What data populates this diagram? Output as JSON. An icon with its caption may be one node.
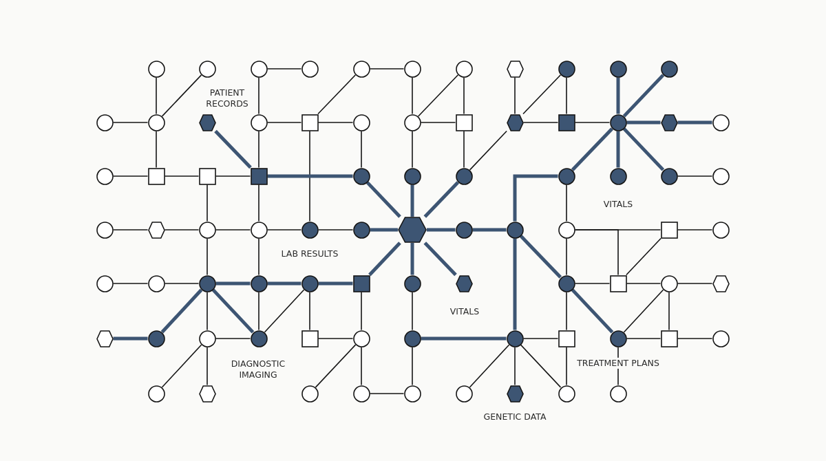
{
  "diagram": {
    "nodes": [
      {
        "text": [],
        "shape": "circle"
      },
      {
        "text": [],
        "shape": "circle"
      },
      {
        "text": [],
        "shape": "circle"
      },
      {
        "text": [],
        "shape": "circle"
      },
      {
        "text": [],
        "shape": "circle"
      },
      {
        "text": [],
        "shape": "circle"
      },
      {
        "text": [],
        "shape": "circle"
      },
      {
        "text": [],
        "shape": "hexagon"
      },
      {
        "text": [],
        "shape": "circle"
      },
      {
        "text": [],
        "shape": "circle"
      },
      {
        "text": [],
        "shape": "circle"
      },
      {
        "text": [],
        "shape": "circle"
      },
      {
        "text": [],
        "shape": "circle"
      },
      {
        "text": [],
        "shape": "hexagon"
      },
      {
        "text": [],
        "shape": "circle"
      },
      {
        "text": [],
        "shape": "box"
      },
      {
        "text": [],
        "shape": "circle"
      },
      {
        "text": [],
        "shape": "circle"
      },
      {
        "text": [],
        "shape": "box"
      },
      {
        "text": [],
        "shape": "hexagon"
      },
      {
        "text": [],
        "shape": "box"
      },
      {
        "text": [],
        "shape": "circle"
      },
      {
        "text": [],
        "shape": "hexagon"
      },
      {
        "text": [],
        "shape": "circle"
      },
      {
        "text": [],
        "shape": "circle"
      },
      {
        "text": [],
        "shape": "box"
      },
      {
        "text": [],
        "shape": "box"
      },
      {
        "text": [],
        "shape": "box"
      },
      {
        "text": [],
        "shape": "circle"
      },
      {
        "text": [],
        "shape": "circle"
      },
      {
        "text": [],
        "shape": "circle"
      },
      {
        "text": [],
        "shape": "circle"
      },
      {
        "text": [],
        "shape": "circle"
      },
      {
        "text": [],
        "shape": "circle"
      },
      {
        "text": [],
        "shape": "circle"
      },
      {
        "text": [],
        "shape": "circle"
      },
      {
        "text": [],
        "shape": "hexagon"
      },
      {
        "text": [],
        "shape": "circle"
      },
      {
        "text": [],
        "shape": "circle"
      },
      {
        "text": [],
        "shape": "circle"
      },
      {
        "text": [],
        "shape": "circle"
      },
      {
        "text": [],
        "shape": "hexagon"
      },
      {
        "text": [],
        "shape": "circle"
      },
      {
        "text": [],
        "shape": "circle"
      },
      {
        "text": [],
        "shape": "circle"
      },
      {
        "text": [],
        "shape": "box"
      },
      {
        "text": [],
        "shape": "circle"
      },
      {
        "text": [],
        "shape": "circle"
      },
      {
        "text": [],
        "shape": "circle"
      },
      {
        "text": [],
        "shape": "circle"
      },
      {
        "text": [],
        "shape": "circle"
      },
      {
        "text": [],
        "shape": "circle"
      },
      {
        "text": [],
        "shape": "box"
      },
      {
        "text": [],
        "shape": "circle"
      },
      {
        "text": [],
        "shape": "hexagon"
      },
      {
        "text": [],
        "shape": "circle"
      },
      {
        "text": [],
        "shape": "box"
      },
      {
        "text": [],
        "shape": "circle"
      },
      {
        "text": [],
        "shape": "hexagon"
      },
      {
        "text": [],
        "shape": "hexagon"
      },
      {
        "text": [],
        "shape": "circle"
      },
      {
        "text": [],
        "shape": "circle"
      },
      {
        "text": [],
        "shape": "circle"
      },
      {
        "text": [],
        "shape": "box"
      },
      {
        "text": [],
        "shape": "circle"
      },
      {
        "text": [],
        "shape": "circle"
      },
      {
        "text": [],
        "shape": "circle"
      },
      {
        "text": [],
        "shape": "box"
      },
      {
        "text": [],
        "shape": "circle"
      },
      {
        "text": [],
        "shape": "box"
      },
      {
        "text": [],
        "shape": "circle"
      },
      {
        "text": [],
        "shape": "circle"
      },
      {
        "text": [],
        "shape": "hexagon"
      },
      {
        "text": [],
        "shape": "circle"
      },
      {
        "text": [],
        "shape": "circle"
      },
      {
        "text": [],
        "shape": "circle"
      },
      {
        "text": [],
        "shape": "circle"
      },
      {
        "text": [],
        "shape": "hexagon"
      },
      {
        "text": [],
        "shape": "circle"
      },
      {
        "text": [],
        "shape": "circle"
      }
    ],
    "edges": [
      {
        "from": 0,
        "to": 12,
        "arrow": "none"
      },
      {
        "from": 1,
        "to": 12,
        "arrow": "none"
      },
      {
        "from": 11,
        "to": 12,
        "arrow": "none"
      },
      {
        "from": 12,
        "to": 25,
        "arrow": "none"
      },
      {
        "from": 2,
        "to": 3,
        "arrow": "none"
      },
      {
        "from": 2,
        "to": 14,
        "arrow": "none"
      },
      {
        "from": 14,
        "to": 15,
        "arrow": "none"
      },
      {
        "from": 15,
        "to": 4,
        "arrow": "none"
      },
      {
        "from": 4,
        "to": 5,
        "arrow": "none"
      },
      {
        "from": 5,
        "to": 17,
        "arrow": "none"
      },
      {
        "from": 17,
        "to": 6,
        "arrow": "none"
      },
      {
        "from": 6,
        "to": 18,
        "arrow": "none"
      },
      {
        "from": 17,
        "to": 18,
        "arrow": "none"
      },
      {
        "from": 15,
        "to": 16,
        "arrow": "none"
      },
      {
        "from": 16,
        "to": 28,
        "arrow": "none"
      },
      {
        "from": 15,
        "to": 39,
        "arrow": "none"
      },
      {
        "from": 14,
        "to": 27,
        "arrow": "none"
      },
      {
        "from": 7,
        "to": 19,
        "arrow": "none"
      },
      {
        "from": 8,
        "to": 20,
        "arrow": "none"
      },
      {
        "from": 8,
        "to": 19,
        "arrow": "none"
      },
      {
        "from": 19,
        "to": 30,
        "arrow": "none"
      },
      {
        "from": 19,
        "to": 20,
        "arrow": "none"
      },
      {
        "from": 20,
        "to": 21,
        "arrow": "none"
      },
      {
        "from": 18,
        "to": 30,
        "arrow": "none"
      },
      {
        "from": 17,
        "to": 29,
        "arrow": "none"
      },
      {
        "from": 24,
        "to": 25,
        "arrow": "none"
      },
      {
        "from": 25,
        "to": 26,
        "arrow": "none"
      },
      {
        "from": 26,
        "to": 27,
        "arrow": "none"
      },
      {
        "from": 13,
        "to": 27,
        "arrow": "none",
        "style": "thick",
        "color": "#3d5573"
      },
      {
        "from": 27,
        "to": 28,
        "arrow": "none",
        "style": "thick",
        "color": "#3d5573"
      },
      {
        "from": 26,
        "to": 37,
        "arrow": "none"
      },
      {
        "from": 27,
        "to": 38,
        "arrow": "none"
      },
      {
        "from": 9,
        "to": 21,
        "arrow": "none",
        "style": "thick",
        "color": "#3d5573"
      },
      {
        "from": 10,
        "to": 21,
        "arrow": "none",
        "style": "thick",
        "color": "#3d5573"
      },
      {
        "from": 21,
        "to": 22,
        "arrow": "none",
        "style": "thick",
        "color": "#3d5573"
      },
      {
        "from": 22,
        "to": 23,
        "arrow": "none",
        "style": "thick",
        "color": "#3d5573"
      },
      {
        "from": 21,
        "to": 32,
        "arrow": "none",
        "style": "thick",
        "color": "#3d5573"
      },
      {
        "from": 21,
        "to": 33,
        "arrow": "none",
        "style": "thick",
        "color": "#3d5573"
      },
      {
        "from": 21,
        "to": 31,
        "arrow": "none",
        "style": "thick",
        "color": "#3d5573"
      },
      {
        "from": 33,
        "to": 34,
        "arrow": "none"
      },
      {
        "from": 31,
        "to": 44,
        "arrow": "none"
      },
      {
        "from": 31,
        "to": 43,
        "arrow": "none",
        "style": "thick",
        "color": "#3d5573"
      },
      {
        "from": 43,
        "to": 66,
        "arrow": "none",
        "style": "thick",
        "color": "#3d5573"
      },
      {
        "from": 35,
        "to": 36,
        "arrow": "none"
      },
      {
        "from": 36,
        "to": 37,
        "arrow": "none"
      },
      {
        "from": 37,
        "to": 38,
        "arrow": "none"
      },
      {
        "from": 38,
        "to": 39,
        "arrow": "none"
      },
      {
        "from": 39,
        "to": 40,
        "arrow": "none"
      },
      {
        "from": 40,
        "to": 41,
        "arrow": "none",
        "style": "thick",
        "color": "#3d5573"
      },
      {
        "from": 41,
        "to": 42,
        "arrow": "none",
        "style": "thick",
        "color": "#3d5573"
      },
      {
        "from": 42,
        "to": 43,
        "arrow": "none",
        "style": "thick",
        "color": "#3d5573"
      },
      {
        "from": 44,
        "to": 45,
        "arrow": "none"
      },
      {
        "from": 45,
        "to": 46,
        "arrow": "none"
      },
      {
        "from": 28,
        "to": 41,
        "arrow": "none",
        "style": "thick",
        "color": "#3d5573"
      },
      {
        "from": 29,
        "to": 41,
        "arrow": "none",
        "style": "thick",
        "color": "#3d5573"
      },
      {
        "from": 30,
        "to": 41,
        "arrow": "none",
        "style": "thick",
        "color": "#3d5573"
      },
      {
        "from": 41,
        "to": 52,
        "arrow": "none",
        "style": "thick",
        "color": "#3d5573"
      },
      {
        "from": 41,
        "to": 53,
        "arrow": "none",
        "style": "thick",
        "color": "#3d5573"
      },
      {
        "from": 41,
        "to": 54,
        "arrow": "none",
        "style": "thick",
        "color": "#3d5573"
      },
      {
        "from": 37,
        "to": 49,
        "arrow": "none"
      },
      {
        "from": 49,
        "to": 61,
        "arrow": "none"
      },
      {
        "from": 61,
        "to": 72,
        "arrow": "none"
      },
      {
        "from": 38,
        "to": 50,
        "arrow": "none"
      },
      {
        "from": 50,
        "to": 62,
        "arrow": "none"
      },
      {
        "from": 47,
        "to": 48,
        "arrow": "none"
      },
      {
        "from": 48,
        "to": 49,
        "arrow": "none"
      },
      {
        "from": 49,
        "to": 50,
        "arrow": "none",
        "style": "thick",
        "color": "#3d5573"
      },
      {
        "from": 50,
        "to": 51,
        "arrow": "none",
        "style": "thick",
        "color": "#3d5573"
      },
      {
        "from": 51,
        "to": 52,
        "arrow": "none",
        "style": "thick",
        "color": "#3d5573"
      },
      {
        "from": 49,
        "to": 60,
        "arrow": "none",
        "style": "thick",
        "color": "#3d5573"
      },
      {
        "from": 49,
        "to": 62,
        "arrow": "none",
        "style": "thick",
        "color": "#3d5573"
      },
      {
        "from": 59,
        "to": 60,
        "arrow": "none",
        "style": "thick",
        "color": "#3d5573"
      },
      {
        "from": 51,
        "to": 62,
        "arrow": "none"
      },
      {
        "from": 51,
        "to": 63,
        "arrow": "none"
      },
      {
        "from": 63,
        "to": 64,
        "arrow": "none"
      },
      {
        "from": 52,
        "to": 64,
        "arrow": "none"
      },
      {
        "from": 64,
        "to": 73,
        "arrow": "none"
      },
      {
        "from": 64,
        "to": 74,
        "arrow": "none"
      },
      {
        "from": 74,
        "to": 75,
        "arrow": "none"
      },
      {
        "from": 53,
        "to": 65,
        "arrow": "none"
      },
      {
        "from": 65,
        "to": 75,
        "arrow": "none"
      },
      {
        "from": 65,
        "to": 66,
        "arrow": "none",
        "style": "thick",
        "color": "#3d5573"
      },
      {
        "from": 61,
        "to": 62,
        "arrow": "none"
      },
      {
        "from": 61,
        "to": 71,
        "arrow": "none"
      },
      {
        "from": 43,
        "to": 55,
        "arrow": "none",
        "style": "thick",
        "color": "#3d5573"
      },
      {
        "from": 55,
        "to": 68,
        "arrow": "none",
        "style": "thick",
        "color": "#3d5573"
      },
      {
        "from": 44,
        "to": 55,
        "arrow": "none"
      },
      {
        "from": 55,
        "to": 56,
        "arrow": "none"
      },
      {
        "from": 56,
        "to": 57,
        "arrow": "none"
      },
      {
        "from": 57,
        "to": 58,
        "arrow": "none"
      },
      {
        "from": 56,
        "to": 45,
        "arrow": "none"
      },
      {
        "from": 56,
        "to": 44,
        "arrow": "none"
      },
      {
        "from": 57,
        "to": 68,
        "arrow": "none"
      },
      {
        "from": 57,
        "to": 69,
        "arrow": "none"
      },
      {
        "from": 68,
        "to": 69,
        "arrow": "none"
      },
      {
        "from": 69,
        "to": 70,
        "arrow": "none"
      },
      {
        "from": 55,
        "to": 67,
        "arrow": "none"
      },
      {
        "from": 67,
        "to": 78,
        "arrow": "none"
      },
      {
        "from": 66,
        "to": 67,
        "arrow": "none"
      },
      {
        "from": 66,
        "to": 76,
        "arrow": "none"
      },
      {
        "from": 66,
        "to": 77,
        "arrow": "none"
      },
      {
        "from": 66,
        "to": 78,
        "arrow": "none"
      },
      {
        "from": 68,
        "to": 79,
        "arrow": "none"
      }
    ],
    "labels": [
      "PATIENT RECORDS",
      "VITALS",
      "LAB RESULTS",
      "VITALS",
      "DIAGNOSTIC IMAGING",
      "TREATMENT PLANS",
      "GENETIC DATA"
    ]
  }
}
